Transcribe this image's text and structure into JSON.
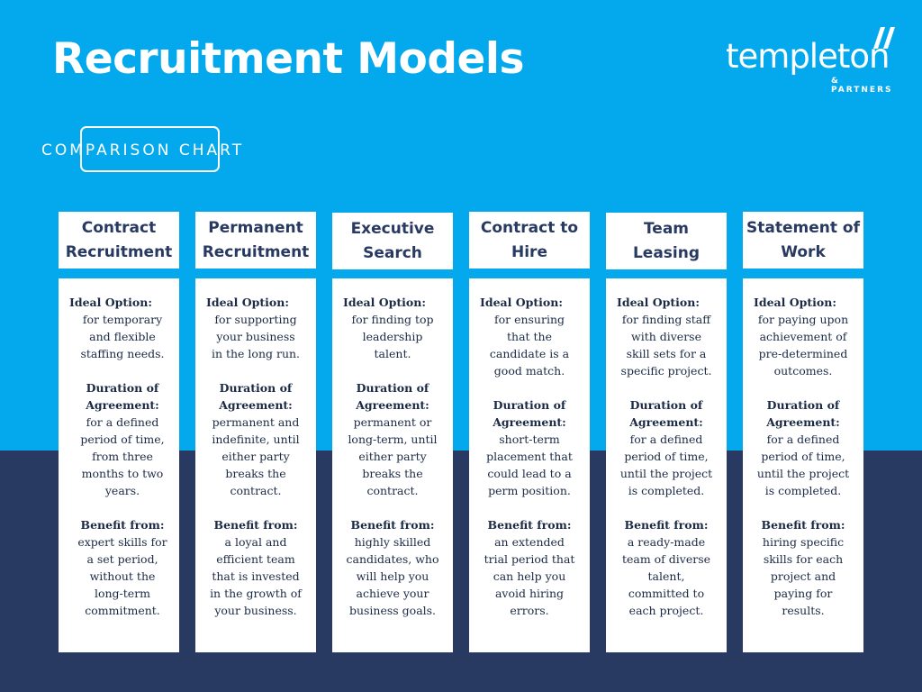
{
  "title": "Recruitment Models",
  "subtitle": "COMPARISON CHART",
  "logo": {
    "word": "templeton",
    "sub": "& PARTNERS",
    "icon": "double-slash-mark-icon"
  },
  "colors": {
    "sky": "#03a9ec",
    "navy": "#283a62",
    "card": "#ffffff",
    "text": "#1b2a45"
  },
  "columns": [
    {
      "heading": "Contract\nRecruitment",
      "ideal_label": "Ideal Option:",
      "ideal": "for temporary\nand flexible\nstaffing needs.",
      "duration_label": "Duration of\nAgreement:",
      "duration": "for a defined\nperiod of time,\nfrom three\nmonths to two\nyears.",
      "benefit_label": "Benefit from:",
      "benefit": "expert skills for\na set period,\nwithout the\nlong-term\ncommitment."
    },
    {
      "heading": "Permanent\nRecruitment",
      "ideal_label": "Ideal Option:",
      "ideal": "for supporting\nyour business\nin the long run.",
      "duration_label": "Duration of\nAgreement:",
      "duration": "permanent and\nindefinite, until\neither party\nbreaks the\ncontract.",
      "benefit_label": "Benefit from:",
      "benefit": "a loyal and\nefficient team\nthat is invested\nin the growth of\nyour business."
    },
    {
      "heading": "Executive\nSearch",
      "ideal_label": "Ideal Option:",
      "ideal": "for finding top\nleadership\ntalent.",
      "duration_label": "Duration of\nAgreement:",
      "duration": "permanent or\nlong-term, until\neither party\nbreaks the\ncontract.",
      "benefit_label": "Benefit from:",
      "benefit": "highly skilled\ncandidates, who\nwill help you\nachieve your\nbusiness goals."
    },
    {
      "heading": "Contract to\nHire",
      "ideal_label": "Ideal Option:",
      "ideal": "for ensuring\nthat the\ncandidate is a\ngood match.",
      "duration_label": "Duration of\nAgreement:",
      "duration": "short-term\nplacement that\ncould lead to a\nperm position.",
      "benefit_label": "Benefit from:",
      "benefit": "an extended\ntrial period that\ncan help you\navoid hiring\nerrors."
    },
    {
      "heading": "Team\nLeasing",
      "ideal_label": "Ideal Option:",
      "ideal": "for finding staff\nwith diverse\nskill sets for a\nspecific project.",
      "duration_label": "Duration of\nAgreement:",
      "duration": "for a defined\nperiod of time,\nuntil the project\nis completed.",
      "benefit_label": "Benefit from:",
      "benefit": "a ready-made\nteam of diverse\ntalent,\ncommitted to\neach project."
    },
    {
      "heading": "Statement of\nWork",
      "ideal_label": "Ideal Option:",
      "ideal": "for paying upon\nachievement of\npre-determined\noutcomes.",
      "duration_label": "Duration of\nAgreement:",
      "duration": "for a defined\nperiod of time,\nuntil the project\nis completed.",
      "benefit_label": "Benefit from:",
      "benefit": "hiring specific\nskills for each\nproject and\npaying for\nresults."
    }
  ]
}
